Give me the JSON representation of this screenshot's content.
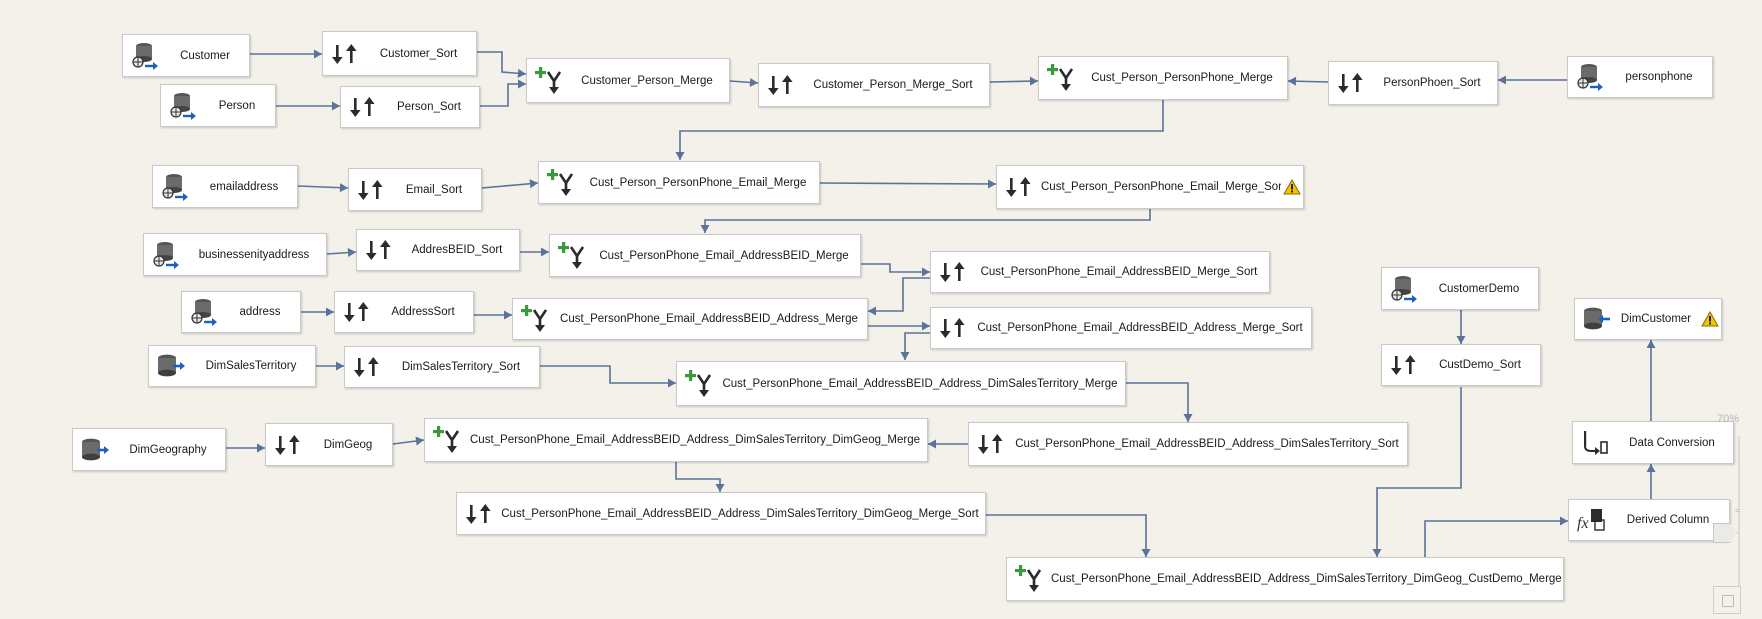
{
  "zoom": {
    "label": "70%"
  },
  "nodes": [
    {
      "id": "n1",
      "kind": "source",
      "label": "Customer"
    },
    {
      "id": "n2",
      "kind": "sort",
      "label": "Customer_Sort"
    },
    {
      "id": "n3",
      "kind": "source",
      "label": "Person"
    },
    {
      "id": "n4",
      "kind": "sort",
      "label": "Person_Sort"
    },
    {
      "id": "n5",
      "kind": "merge",
      "label": "Customer_Person_Merge"
    },
    {
      "id": "n6",
      "kind": "sort",
      "label": "Customer_Person_Merge_Sort"
    },
    {
      "id": "n7",
      "kind": "merge",
      "label": "Cust_Person_PersonPhone_Merge"
    },
    {
      "id": "n8",
      "kind": "sort",
      "label": "PersonPhoen_Sort"
    },
    {
      "id": "n9",
      "kind": "source",
      "label": "personphone"
    },
    {
      "id": "n10",
      "kind": "source",
      "label": "emailaddress"
    },
    {
      "id": "n11",
      "kind": "sort",
      "label": "Email_Sort"
    },
    {
      "id": "n12",
      "kind": "merge",
      "label": "Cust_Person_PersonPhone_Email_Merge"
    },
    {
      "id": "n13",
      "kind": "sort",
      "label": "Cust_Person_PersonPhone_Email_Merge_Sort",
      "warning": true
    },
    {
      "id": "n14",
      "kind": "source",
      "label": "businessenityaddress"
    },
    {
      "id": "n15",
      "kind": "sort",
      "label": "AddresBEID_Sort"
    },
    {
      "id": "n16",
      "kind": "merge",
      "label": "Cust_PersonPhone_Email_AddressBEID_Merge"
    },
    {
      "id": "n17",
      "kind": "sort",
      "label": "Cust_PersonPhone_Email_AddressBEID_Merge_Sort"
    },
    {
      "id": "n18",
      "kind": "source",
      "label": "address"
    },
    {
      "id": "n19",
      "kind": "sort",
      "label": "AddressSort"
    },
    {
      "id": "n20",
      "kind": "merge",
      "label": "Cust_PersonPhone_Email_AddressBEID_Address_Merge"
    },
    {
      "id": "n21",
      "kind": "sort",
      "label": "Cust_PersonPhone_Email_AddressBEID_Address_Merge_Sort"
    },
    {
      "id": "n22",
      "kind": "dbsource",
      "label": "DimSalesTerritory"
    },
    {
      "id": "n23",
      "kind": "sort",
      "label": "DimSalesTerritory_Sort"
    },
    {
      "id": "n24",
      "kind": "merge",
      "label": "Cust_PersonPhone_Email_AddressBEID_Address_DimSalesTerritory_Merge"
    },
    {
      "id": "n25",
      "kind": "dbsource",
      "label": "DimGeography"
    },
    {
      "id": "n26",
      "kind": "sort",
      "label": "DimGeog"
    },
    {
      "id": "n27",
      "kind": "merge",
      "label": "Cust_PersonPhone_Email_AddressBEID_Address_DimSalesTerritory_DimGeog_Merge"
    },
    {
      "id": "n28",
      "kind": "sort",
      "label": "Cust_PersonPhone_Email_AddressBEID_Address_DimSalesTerritory_Sort"
    },
    {
      "id": "n29",
      "kind": "sort",
      "label": "Cust_PersonPhone_Email_AddressBEID_Address_DimSalesTerritory_DimGeog_Merge_Sort"
    },
    {
      "id": "n30",
      "kind": "merge",
      "label": "Cust_PersonPhone_Email_AddressBEID_Address_DimSalesTerritory_DimGeog_CustDemo_Merge"
    },
    {
      "id": "n31",
      "kind": "source",
      "label": "CustomerDemo"
    },
    {
      "id": "n32",
      "kind": "sort",
      "label": "CustDemo_Sort"
    },
    {
      "id": "n33",
      "kind": "derived",
      "label": "Derived Column"
    },
    {
      "id": "n34",
      "kind": "conversion",
      "label": "Data Conversion"
    },
    {
      "id": "n35",
      "kind": "destination",
      "label": "DimCustomer",
      "warning": true
    }
  ],
  "colors": {
    "edge": "#5a7399",
    "merge_plus": "#3a9a3a",
    "warning": "#f4c400"
  }
}
